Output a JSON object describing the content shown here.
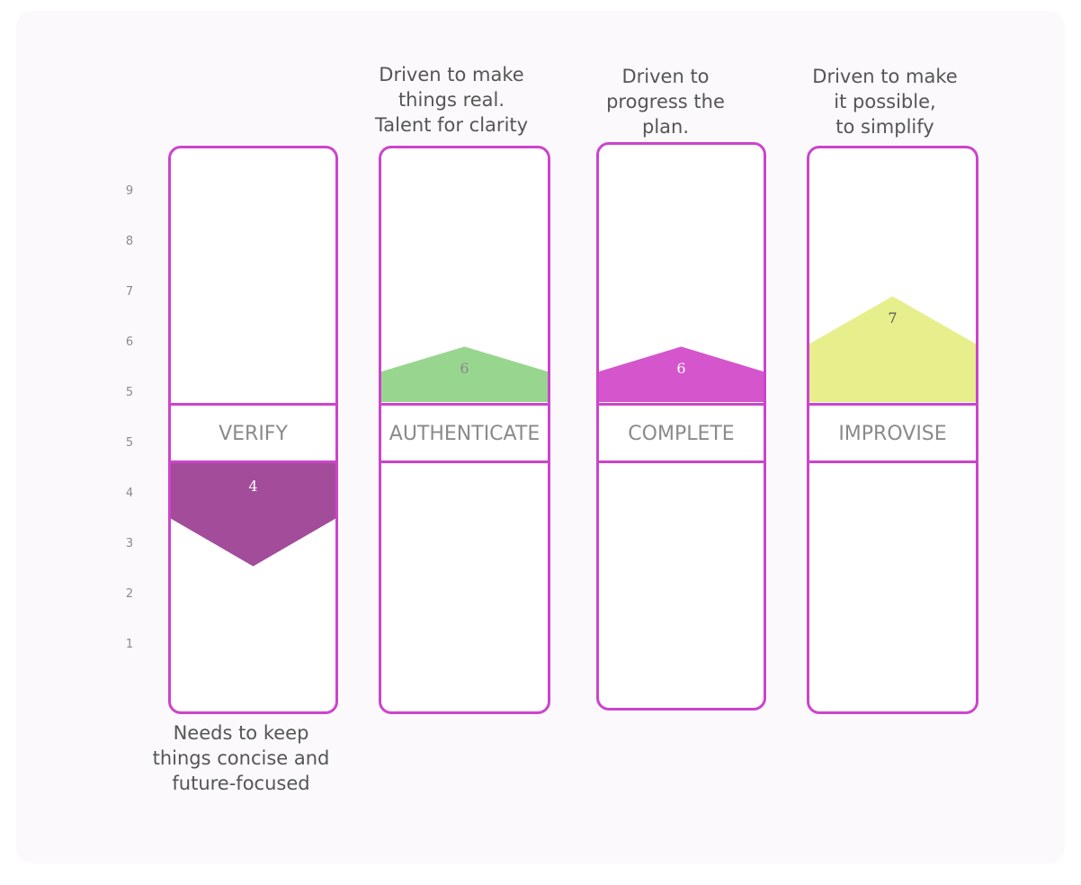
{
  "chart_data": {
    "type": "bar",
    "y_ticks": [
      "1",
      "2",
      "3",
      "4",
      "5",
      "5",
      "6",
      "7",
      "8",
      "9"
    ],
    "columns": [
      {
        "category": "VERIFY",
        "value": 4,
        "value_label": "4",
        "direction": "down",
        "color": "#a24c9a",
        "label_color": "#ffffff",
        "note": "Needs to keep\nthings concise and\nfuture-focused",
        "note_position": "bottom"
      },
      {
        "category": "AUTHENTICATE",
        "value": 6,
        "value_label": "6",
        "direction": "up",
        "color": "#98d68f",
        "label_color": "#8a8a8a",
        "note": "Driven to make\nthings real.\nTalent for clarity",
        "note_position": "top"
      },
      {
        "category": "COMPLETE",
        "value": 6,
        "value_label": "6",
        "direction": "up",
        "color": "#d455cc",
        "label_color": "#ffffff",
        "note": "Driven to\nprogress the\nplan.",
        "note_position": "top"
      },
      {
        "category": "IMPROVISE",
        "value": 7,
        "value_label": "7",
        "direction": "up",
        "color": "#e6ef8c",
        "label_color": "#555555",
        "note": "Driven to make\nit possible,\nto simplify",
        "note_position": "top"
      }
    ],
    "colors": {
      "border": "#cc44cc",
      "background": "#fbf9fc"
    }
  }
}
